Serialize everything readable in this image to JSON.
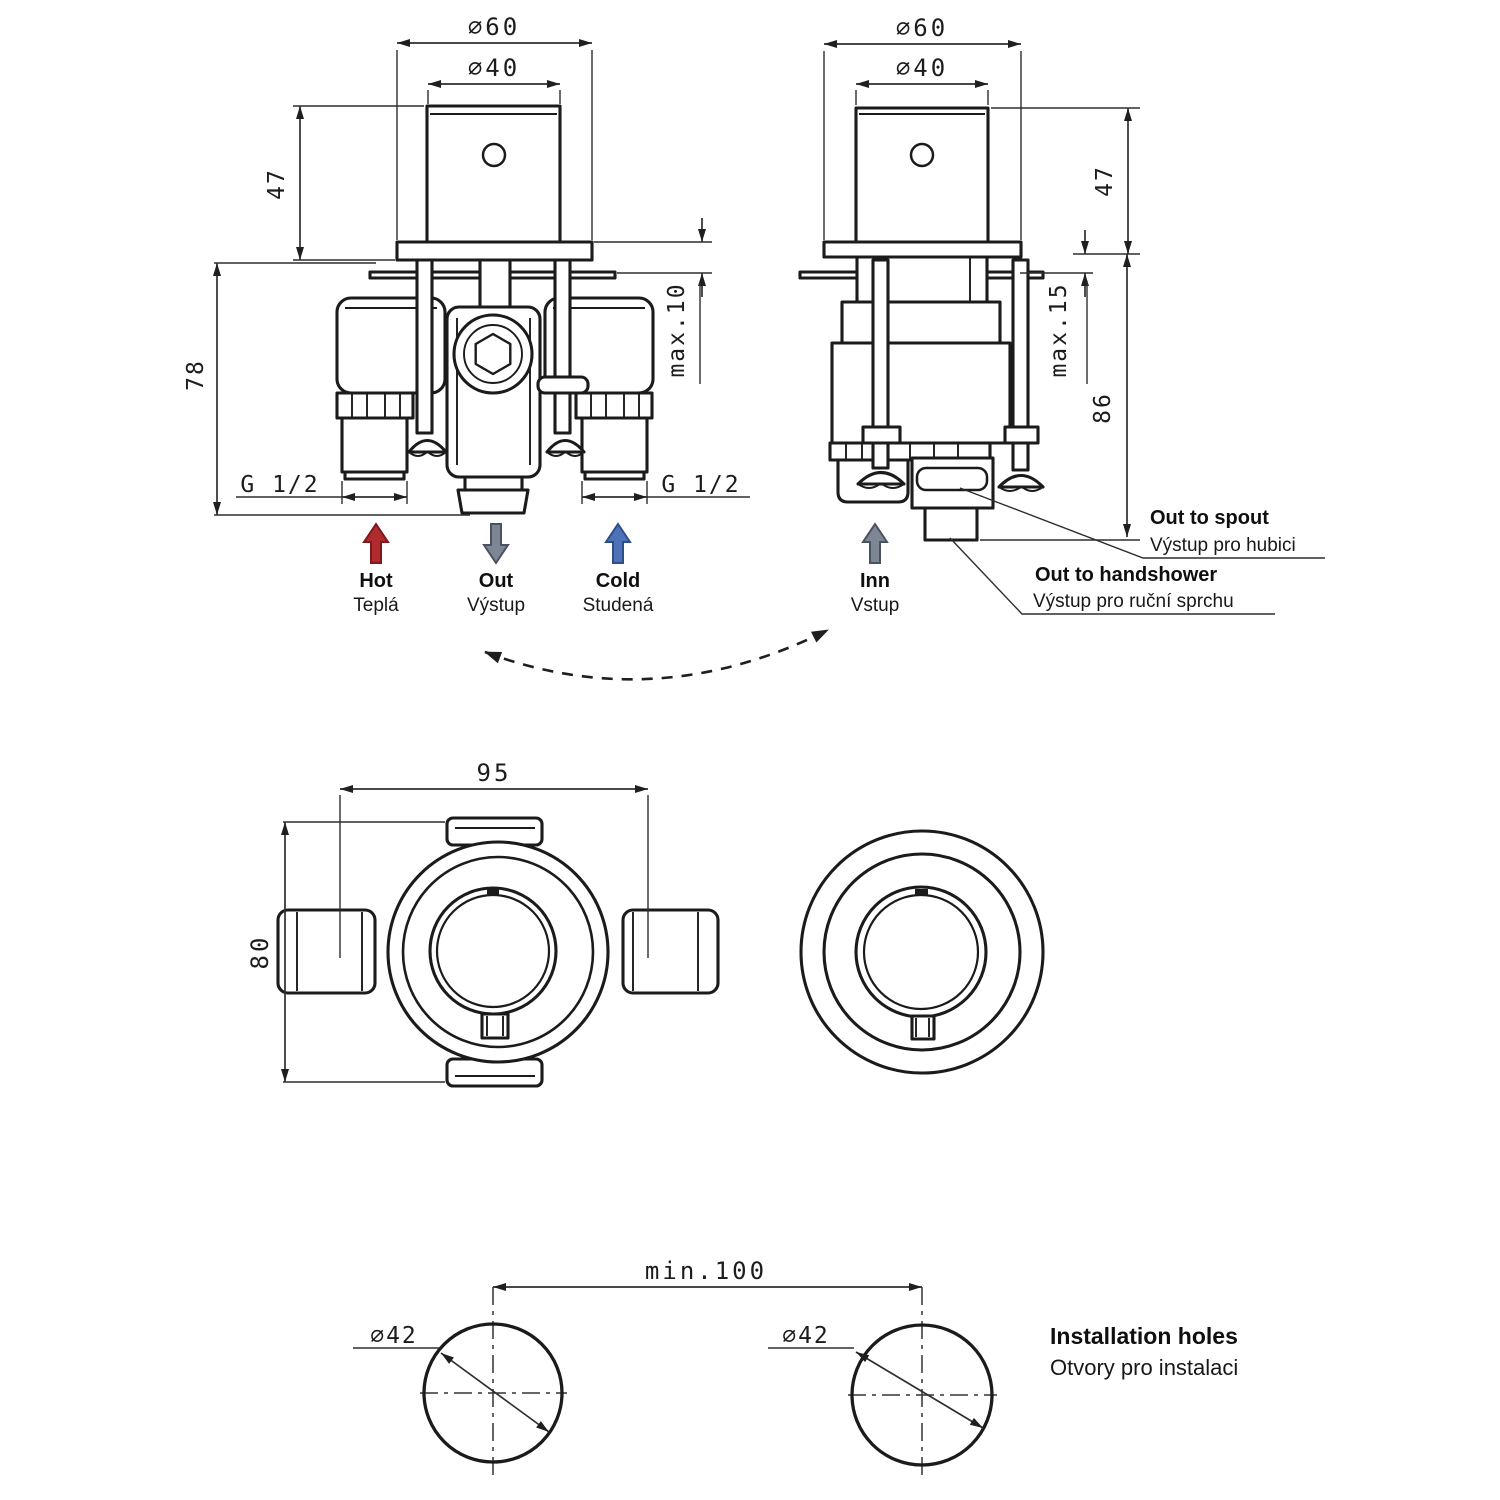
{
  "colors": {
    "line": "#1b1b1b",
    "hot": "#af2b2e",
    "hot_dark": "#7e181c",
    "cold": "#4c72b8",
    "cold_dark": "#2e4e86",
    "neutral": "#7e8694",
    "neutral_dark": "#4a5160"
  },
  "front_view": {
    "dims": {
      "dia_trim": "∅60",
      "dia_handle": "∅40",
      "handle_height": "47",
      "depth": "78",
      "wall_thickness": "max.10",
      "thread_left": "G 1/2",
      "thread_right": "G 1/2"
    },
    "flows": {
      "hot": {
        "en": "Hot",
        "cz": "Teplá"
      },
      "out": {
        "en": "Out",
        "cz": "Výstup"
      },
      "cold": {
        "en": "Cold",
        "cz": "Studená"
      }
    }
  },
  "side_view": {
    "dims": {
      "dia_trim": "∅60",
      "dia_handle": "∅40",
      "handle_height": "47",
      "wall_thickness": "max.15",
      "depth": "86"
    },
    "flows": {
      "inn": {
        "en": "Inn",
        "cz": "Vstup"
      }
    },
    "callouts": {
      "spout": {
        "en": "Out to spout",
        "cz": "Výstup pro hubici"
      },
      "handshower": {
        "en": "Out to handshower",
        "cz": "Výstup pro ruční sprchu"
      }
    }
  },
  "top_view": {
    "dims": {
      "width": "95",
      "height": "80"
    }
  },
  "installation": {
    "dims": {
      "spacing": "min.100",
      "hole_left": "∅42",
      "hole_right": "∅42"
    },
    "label": {
      "en": "Installation holes",
      "cz": "Otvory pro instalaci"
    }
  }
}
